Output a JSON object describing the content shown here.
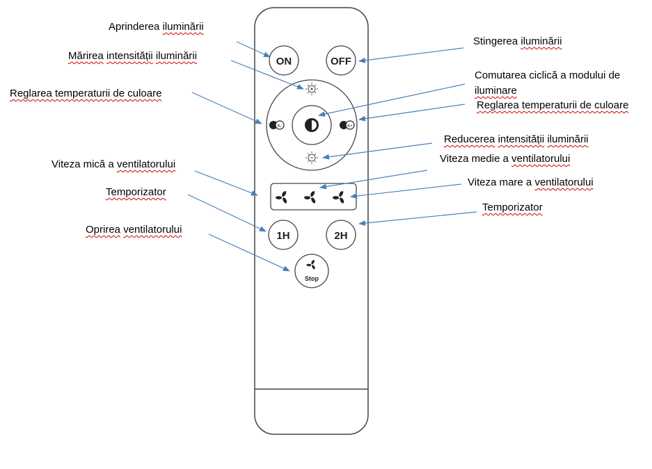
{
  "remote": {
    "on_label": "ON",
    "off_label": "OFF",
    "h1_label": "1H",
    "h2_label": "2H",
    "stop_label": "Stop"
  },
  "annotations": {
    "aprinderea": {
      "text": "Aprinderea",
      "word2": "iluminării"
    },
    "stingerea": {
      "text": "Stingerea",
      "word2": "iluminării"
    },
    "marirea": {
      "text": "Mărirea",
      "w2": "intensității",
      "w3": "iluminării"
    },
    "reglarea_left": {
      "text": "Reglarea temperaturii de culoare"
    },
    "comutarea_l1": "Comutarea ciclică a modului de",
    "comutarea_l2": "iluminare",
    "reglarea_right": {
      "text": "Reglarea temperaturii de culoare"
    },
    "reducerea": {
      "text": "Reducerea",
      "w2": "intensității",
      "w3": "iluminării"
    },
    "viteza_mica": {
      "text": "Viteza mică a",
      "w2": "ventilatorului"
    },
    "viteza_medie": {
      "text": "Viteza medie a",
      "w2": "ventilatorului"
    },
    "viteza_mare": {
      "text": "Viteza mare a",
      "w2": "ventilatorului"
    },
    "temporizator_left": "Temporizator",
    "temporizator_right": "Temporizator",
    "oprirea": {
      "text": "Oprirea",
      "w2": "ventilatorului"
    }
  },
  "colors": {
    "arrow": "#4a7ebb",
    "outline": "#333333"
  }
}
